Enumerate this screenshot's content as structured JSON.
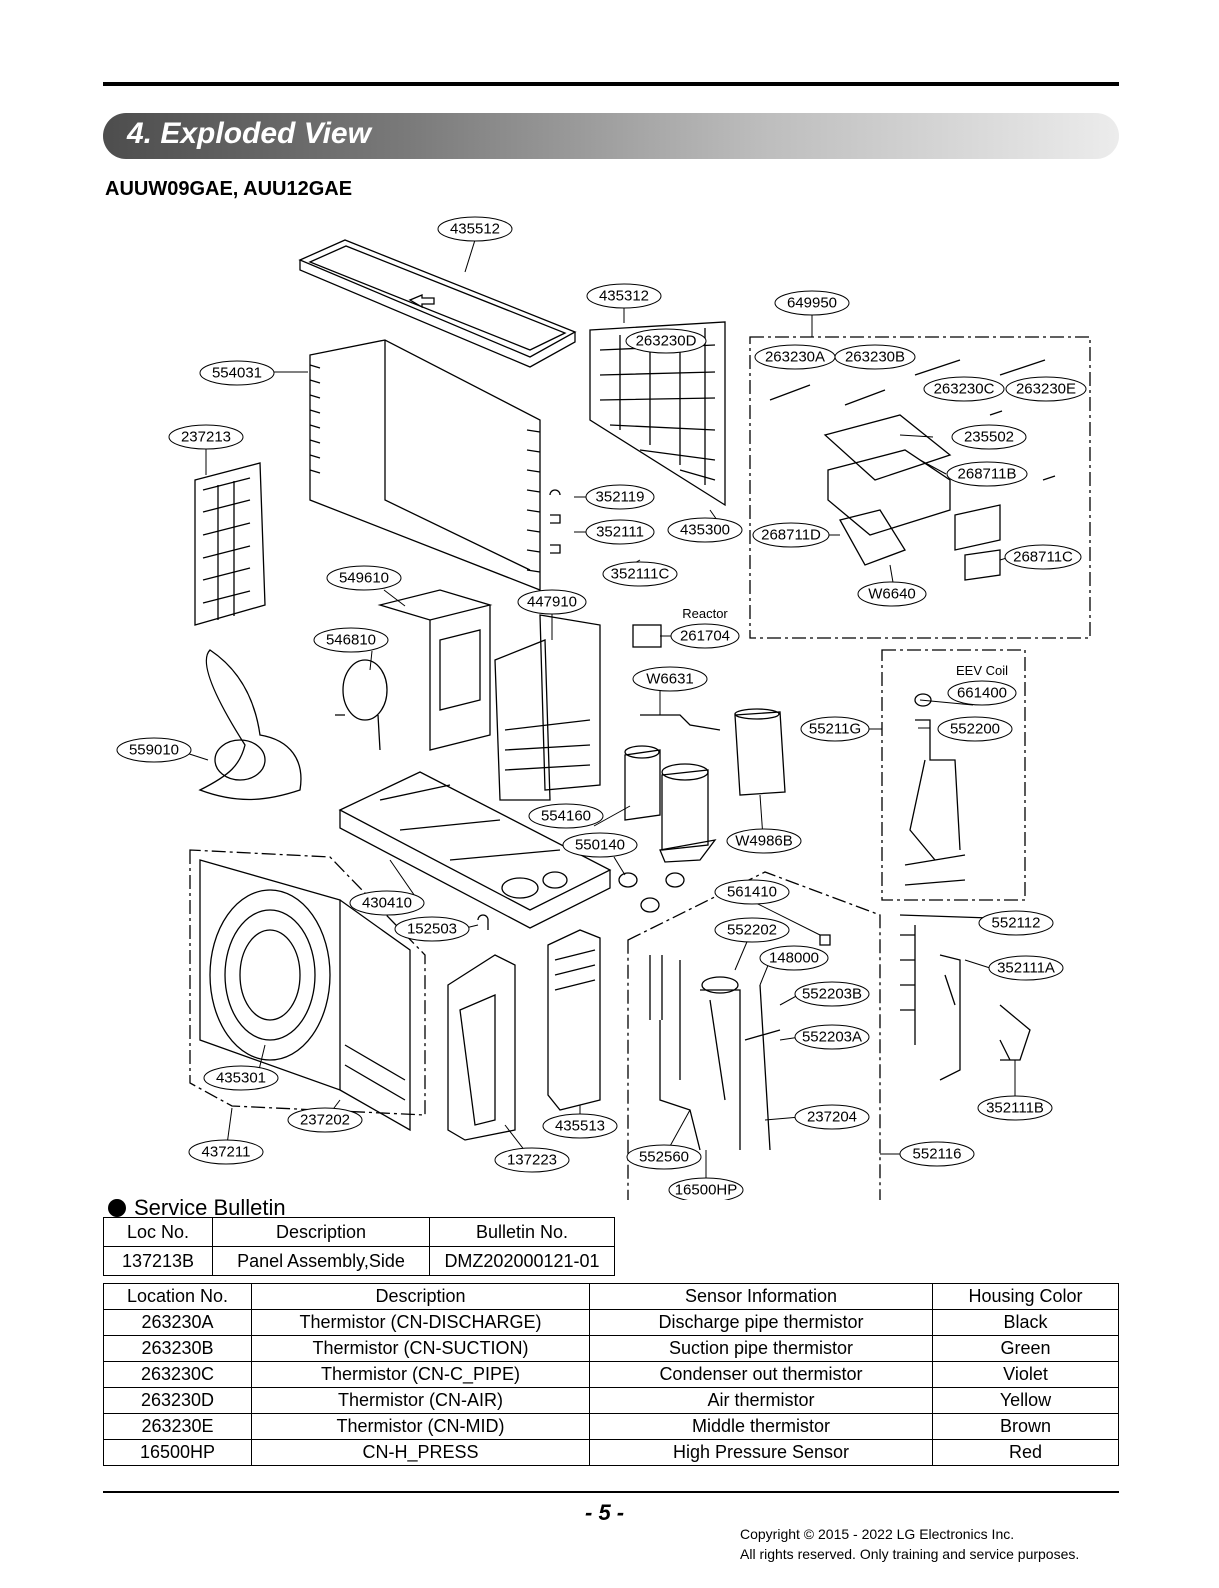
{
  "section_title": "4. Exploded View",
  "model_title": "AUUW09GAE, AUU12GAE",
  "callouts": [
    {
      "id": "435512"
    },
    {
      "id": "435312"
    },
    {
      "id": "649950"
    },
    {
      "id": "263230D"
    },
    {
      "id": "263230A"
    },
    {
      "id": "263230B"
    },
    {
      "id": "554031"
    },
    {
      "id": "263230C"
    },
    {
      "id": "263230E"
    },
    {
      "id": "237213"
    },
    {
      "id": "235502"
    },
    {
      "id": "268711B"
    },
    {
      "id": "352119"
    },
    {
      "id": "352111"
    },
    {
      "id": "435300"
    },
    {
      "id": "268711D"
    },
    {
      "id": "268711C"
    },
    {
      "id": "549610"
    },
    {
      "id": "352111C"
    },
    {
      "id": "W6640"
    },
    {
      "id": "447910"
    },
    {
      "id": "261704"
    },
    {
      "id": "546810"
    },
    {
      "id": "W6631"
    },
    {
      "id": "661400"
    },
    {
      "id": "55211G"
    },
    {
      "id": "552200"
    },
    {
      "id": "559010"
    },
    {
      "id": "554160"
    },
    {
      "id": "550140"
    },
    {
      "id": "W4986B"
    },
    {
      "id": "561410"
    },
    {
      "id": "430410"
    },
    {
      "id": "152503"
    },
    {
      "id": "552202"
    },
    {
      "id": "552112"
    },
    {
      "id": "148000"
    },
    {
      "id": "352111A"
    },
    {
      "id": "552203B"
    },
    {
      "id": "552203A"
    },
    {
      "id": "435301"
    },
    {
      "id": "237202"
    },
    {
      "id": "435513"
    },
    {
      "id": "237204"
    },
    {
      "id": "352111B"
    },
    {
      "id": "437211"
    },
    {
      "id": "137223"
    },
    {
      "id": "552560"
    },
    {
      "id": "552116"
    },
    {
      "id": "16500HP"
    }
  ],
  "labels": {
    "reactor": "Reactor",
    "eev_coil": "EEV Coil"
  },
  "service_bulletin": {
    "title": "Service Bulletin",
    "headers": [
      "Loc No.",
      "Description",
      "Bulletin No."
    ],
    "rows": [
      [
        "137213B",
        "Panel Assembly,Side",
        "DMZ202000121-01"
      ]
    ]
  },
  "sensor_table": {
    "headers": [
      "Location No.",
      "Description",
      "Sensor Information",
      "Housing Color"
    ],
    "rows": [
      [
        "263230A",
        "Thermistor (CN-DISCHARGE)",
        "Discharge pipe thermistor",
        "Black"
      ],
      [
        "263230B",
        "Thermistor (CN-SUCTION)",
        "Suction pipe thermistor",
        "Green"
      ],
      [
        "263230C",
        "Thermistor (CN-C_PIPE)",
        "Condenser out thermistor",
        "Violet"
      ],
      [
        "263230D",
        "Thermistor (CN-AIR)",
        "Air thermistor",
        "Yellow"
      ],
      [
        "263230E",
        "Thermistor (CN-MID)",
        "Middle thermistor",
        "Brown"
      ],
      [
        "16500HP",
        "CN-H_PRESS",
        "High Pressure Sensor",
        "Red"
      ]
    ]
  },
  "page_number": "- 5 -",
  "copyright_line1": "Copyright © 2015 - 2022 LG Electronics Inc.",
  "copyright_line2": "All rights reserved. Only training and service purposes."
}
